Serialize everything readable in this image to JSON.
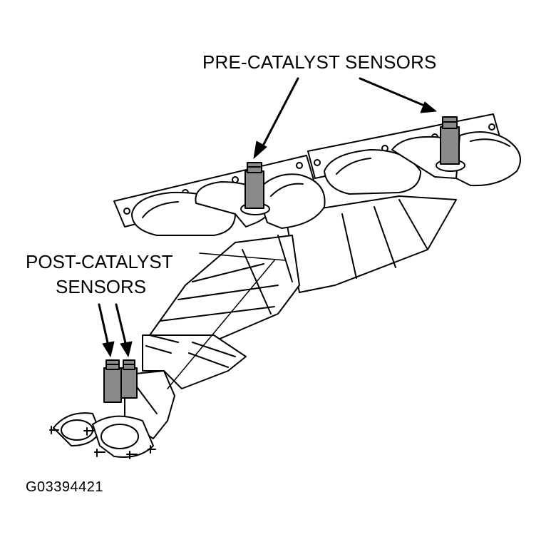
{
  "labels": {
    "pre_catalyst": "PRE-CATALYST SENSORS",
    "post_catalyst_line1": "POST-CATALYST",
    "post_catalyst_line2": "SENSORS"
  },
  "figure_id": "G03394421",
  "colors": {
    "line": "#000000",
    "sensor_fill": "#8a8a8a",
    "background": "#ffffff"
  }
}
